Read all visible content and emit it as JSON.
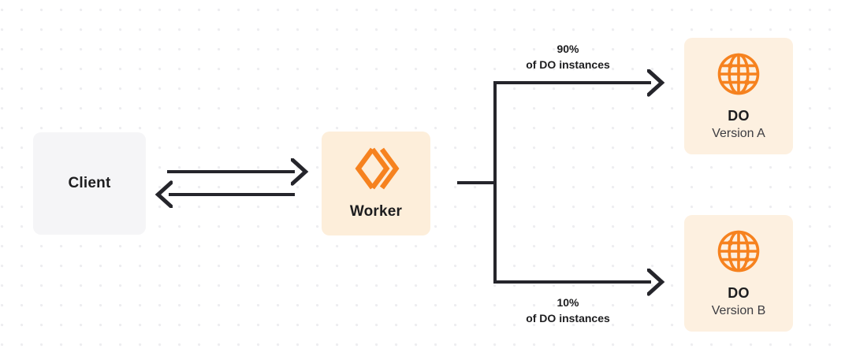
{
  "diagram": {
    "nodes": {
      "client": {
        "title": "Client"
      },
      "worker": {
        "title": "Worker",
        "icon": "cloudflare-workers-logo"
      },
      "do_a": {
        "title": "DO",
        "subtitle": "Version A",
        "icon": "globe-icon"
      },
      "do_b": {
        "title": "DO",
        "subtitle": "Version B",
        "icon": "globe-icon"
      }
    },
    "edges": {
      "top": {
        "percent": "90%",
        "description": "of DO instances"
      },
      "bottom": {
        "percent": "10%",
        "description": "of DO instances"
      }
    },
    "colors": {
      "accent_orange": "#f6821f",
      "client_bg": "#f5f5f7",
      "worker_bg": "#fdeeda",
      "do_bg": "#fdf0e0",
      "line": "#25252b",
      "text": "#1d1d1f",
      "dot_grid": "#ededf0"
    }
  }
}
